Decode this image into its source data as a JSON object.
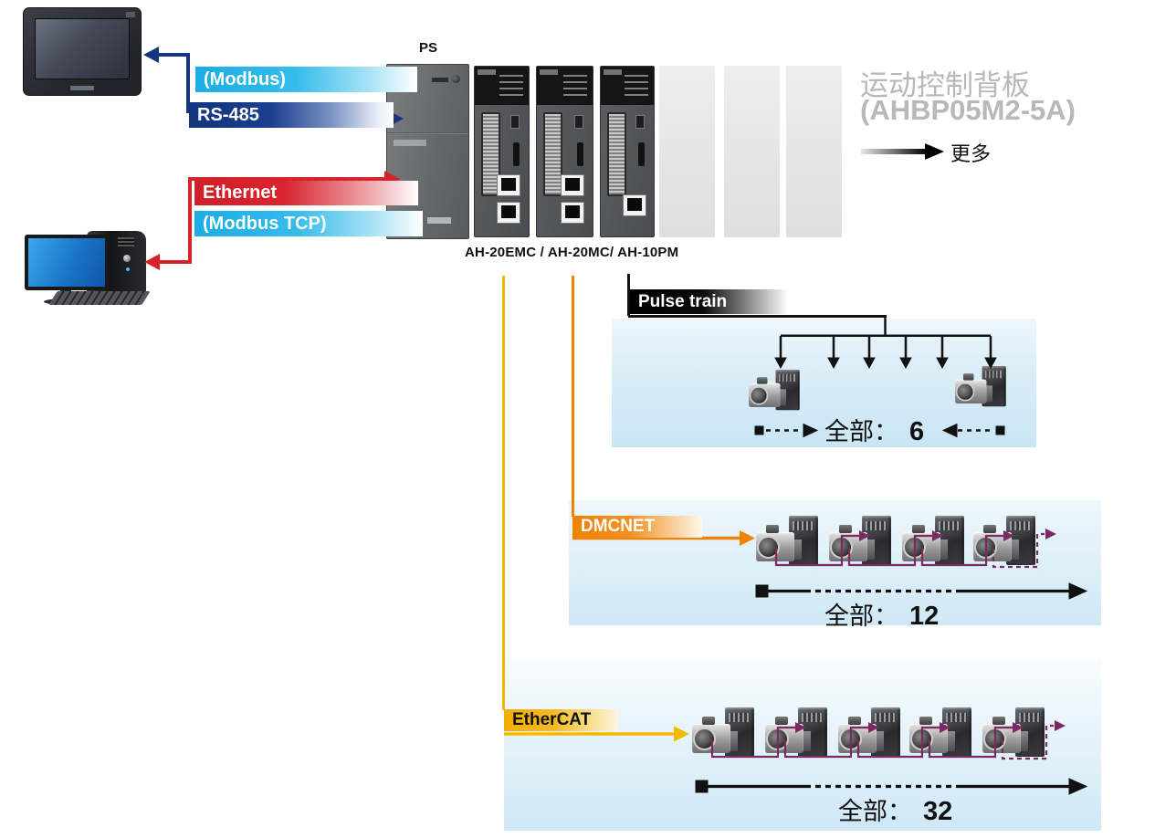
{
  "title": {
    "backplane_line1": "运动控制背板",
    "backplane_line2": "(AHBP05M2-5A)",
    "more": "更多"
  },
  "connections": {
    "modbus": "(Modbus)",
    "rs485": "RS-485",
    "ethernet": "Ethernet",
    "modbus_tcp": "(Modbus TCP)"
  },
  "rack": {
    "ps_label": "PS",
    "cpu_models": "AH-20EMC / AH-20MC/ AH-10PM",
    "cpu_modules_shown": 3,
    "empty_slots_shown": 3
  },
  "branches": {
    "pulse_train": {
      "label": "Pulse train",
      "drop_arrows_shown": 6,
      "servos_shown": 2,
      "total_prefix": "全部：",
      "total_value": "6"
    },
    "dmcnet": {
      "label": "DMCNET",
      "servos_shown": 4,
      "total_prefix": "全部：",
      "total_value": "12"
    },
    "ethercat": {
      "label": "EtherCAT",
      "servos_shown": 5,
      "total_prefix": "全部：",
      "total_value": "32"
    }
  },
  "colors": {
    "modbus_bar": "#1bade4",
    "rs485_bar": "#14357e",
    "ethernet_bar": "#d5222b",
    "dmcnet_accent": "#f08300",
    "ethercat_accent": "#f5b800",
    "pulse_label_bg": "#000000",
    "daisy_chain_line": "#7b2a66",
    "panel_background": "#cfe8f6",
    "backplane_text": "#b8b8b8"
  }
}
